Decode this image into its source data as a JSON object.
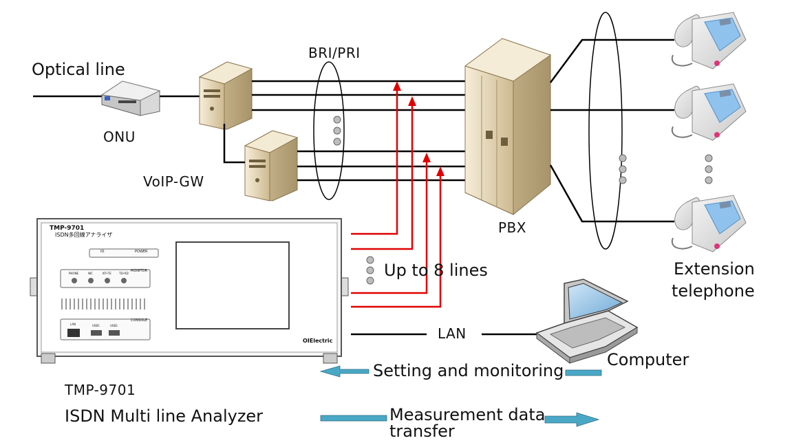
{
  "labels": {
    "optical_line": "Optical line",
    "onu": "ONU",
    "voip_gw": "VoIP-GW",
    "bri_pri": "BRI/PRI",
    "pbx": "PBX",
    "extension": "Extension",
    "telephone": "telephone",
    "up_to": "Up to 8 lines",
    "lan": "LAN",
    "computer": "Computer",
    "setting": "Setting and monitoring",
    "measurement_1": "Measurement data",
    "measurement_2": "transfer",
    "device_model": "TMP-9701",
    "device_name": "ISDN Multi line Analyzer"
  },
  "analyzer_panel": {
    "model": "TMP-9701",
    "subtitle": "ISDN多回線アナライザ",
    "brand": "OIElectric",
    "power_label": "POWER",
    "io_label": "IO",
    "monitor_label": "MONITOR",
    "console_label": "CONSOLE",
    "port_labels": [
      "PHONE",
      "NIC",
      "NT•TE",
      "TD•RD"
    ],
    "usb_labels": [
      "LAN",
      "USB1",
      "USB2"
    ]
  },
  "colors": {
    "line": "#000000",
    "measurement_arrow": "#e00000",
    "flow_arrow": "#4aa8c6",
    "device_beige": "#e9dcc0"
  }
}
